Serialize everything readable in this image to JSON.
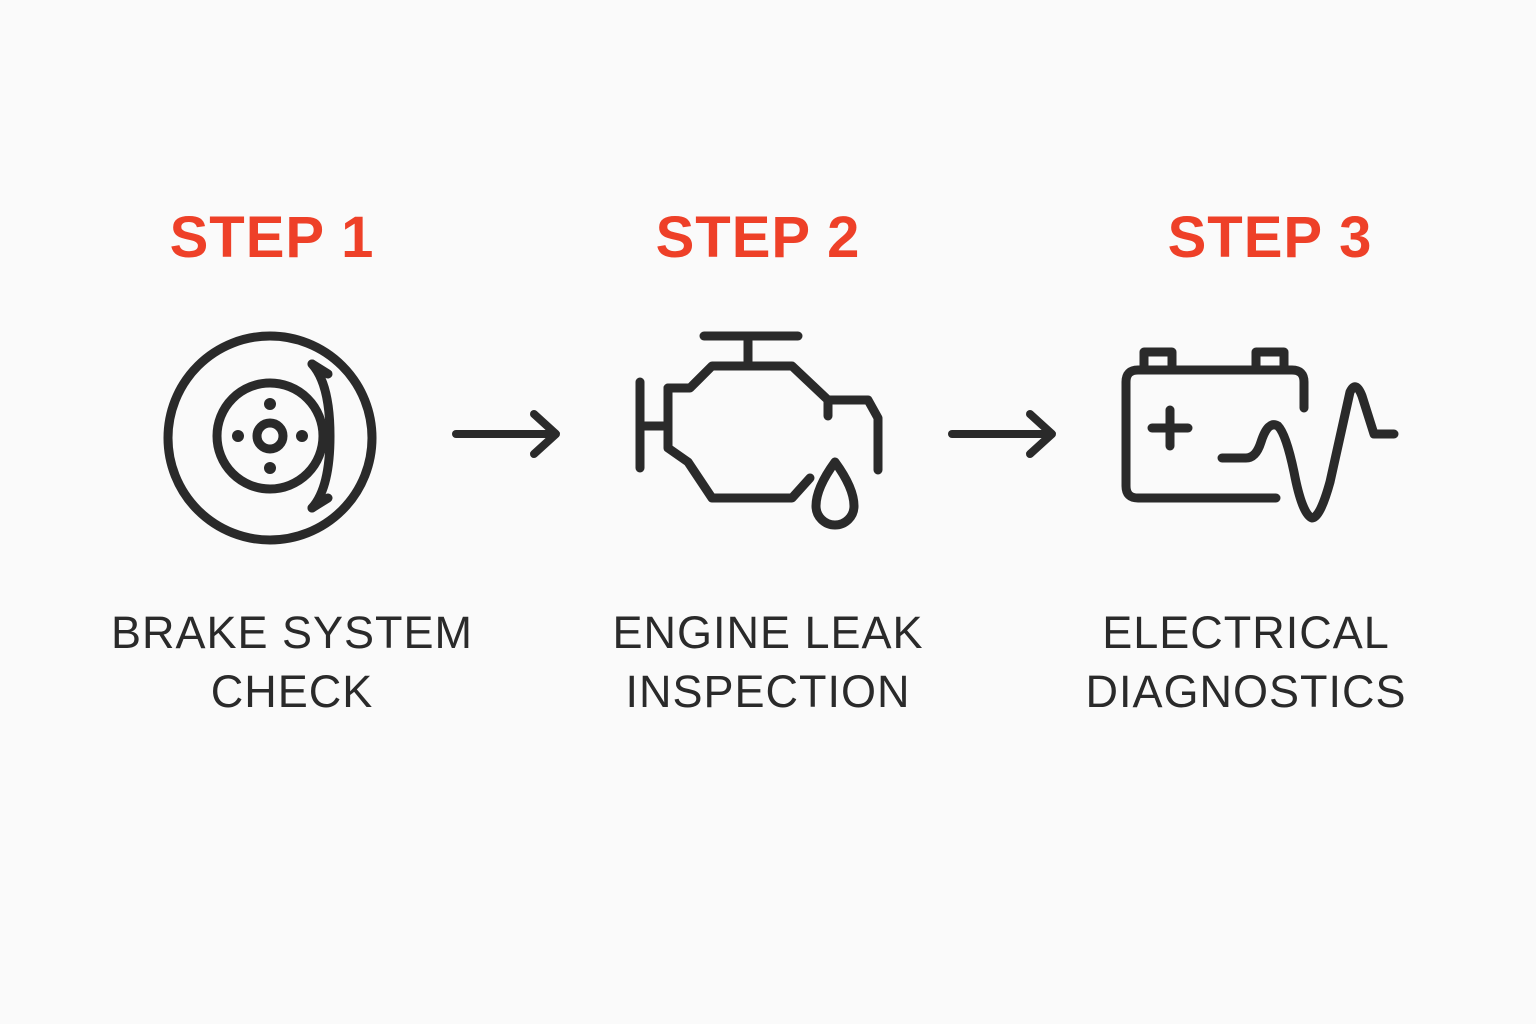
{
  "colors": {
    "accent": "#ee4028",
    "ink": "#2a2a2a",
    "background": "#fafafa"
  },
  "steps": [
    {
      "title": "STEP 1",
      "label_line1": "BRAKE SYSTEM",
      "label_line2": "CHECK",
      "icon": "brake-disc-icon"
    },
    {
      "title": "STEP 2",
      "label_line1": "ENGINE LEAK",
      "label_line2": "INSPECTION",
      "icon": "engine-oil-drop-icon"
    },
    {
      "title": "STEP 3",
      "label_line1": "ELECTRICAL",
      "label_line2": "DIAGNOSTICS",
      "icon": "battery-waveform-icon"
    }
  ],
  "connectors": [
    "arrow-right-icon",
    "arrow-right-icon"
  ]
}
